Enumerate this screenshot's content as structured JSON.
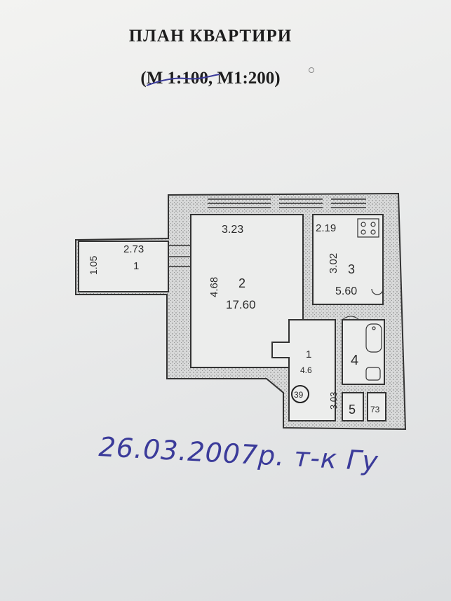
{
  "document": {
    "title": "ПЛАН КВАРТИРИ",
    "scale_open": "(",
    "scale_crossed": "М 1:100",
    "scale_rest": ", М1:200)",
    "handwritten_note": "26.03.2007р. т-к Гу"
  },
  "plan": {
    "rooms": [
      {
        "number": "1",
        "area": "4.6",
        "dimension": "3.03"
      },
      {
        "number": "2",
        "area": "17.60",
        "width": "3.23",
        "length": "4.68"
      },
      {
        "number": "3",
        "area": "5.60",
        "width": "2.19",
        "length": "3.02"
      },
      {
        "number": "4"
      },
      {
        "number": "5"
      }
    ],
    "balcony": {
      "number": "1",
      "width": "2.73",
      "depth": "1.05"
    },
    "small_room_label": "73",
    "stamp": "39"
  },
  "colors": {
    "ink": "#2a2a2a",
    "pen": "#3b3b9a"
  }
}
